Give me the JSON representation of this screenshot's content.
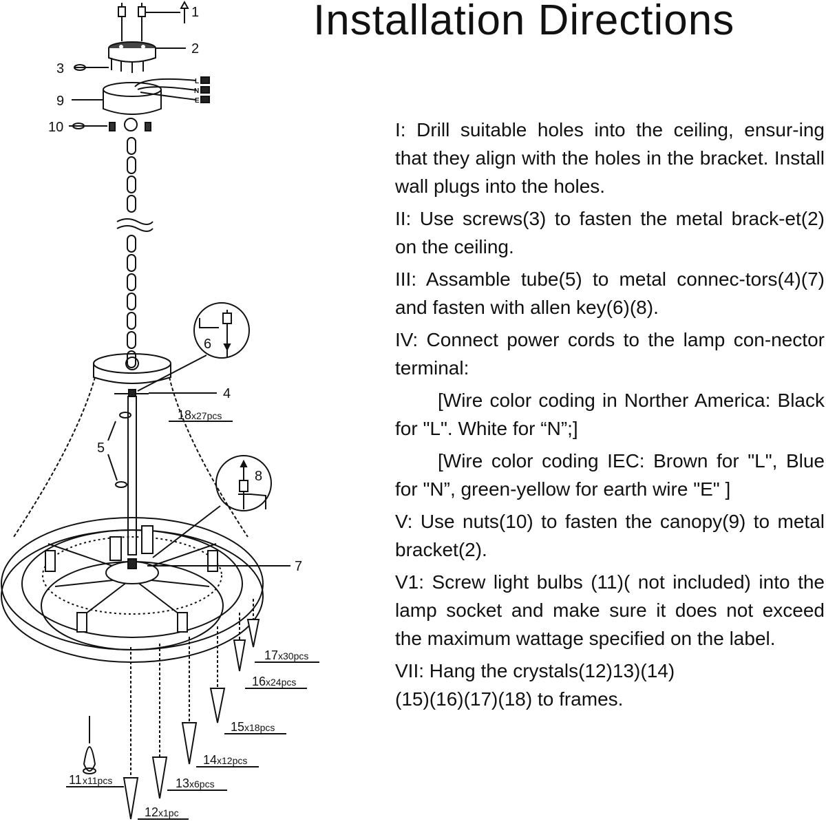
{
  "title": "Installation Directions",
  "steps": {
    "s1": "I: Drill suitable holes into the ceiling, ensur-ing that they align with the holes in the bracket. Install wall plugs into the holes.",
    "s2": "II: Use screws(3) to fasten the metal brack-et(2) on the ceiling.",
    "s3": "III: Assamble tube(5) to metal connec-tors(4)(7) and fasten with allen key(6)(8).",
    "s4": "IV: Connect power cords to the lamp con-nector terminal:",
    "note_na": "[Wire color coding in Norther America: Black for \"L\". White for “N”;]",
    "note_iec": "[Wire color coding IEC: Brown for \"L\", Blue for \"N”, green-yellow for earth wire \"E\" ]",
    "s5": "V: Use nuts(10) to fasten the canopy(9) to metal bracket(2).",
    "s6": "V1: Screw light bulbs (11)( not included) into the lamp socket and make sure it does not exceed the maximum wattage specified on the label.",
    "s7a": "VII: Hang the crystals(12)13)(14)",
    "s7b": "(15)(16)(17)(18) to frames."
  },
  "diagram": {
    "wires": {
      "L": "L",
      "N": "N",
      "E": "E"
    },
    "parts": {
      "p1": "1",
      "p2": "2",
      "p3": "3",
      "p4": "4",
      "p5": "5",
      "p6": "6",
      "p7": "7",
      "p8": "8",
      "p9": "9",
      "p10": "10"
    },
    "crystals": {
      "c18n": "18",
      "c18q": "x27pcs",
      "c17n": "17",
      "c17q": "x30pcs",
      "c16n": "16",
      "c16q": "x24pcs",
      "c15n": "15",
      "c15q": "x18pcs",
      "c14n": "14",
      "c14q": "x12pcs",
      "c13n": "13",
      "c13q": "x6pcs",
      "c12n": "12",
      "c12q": "x1pc",
      "c11n": "11",
      "c11q": "x11pcs"
    }
  }
}
